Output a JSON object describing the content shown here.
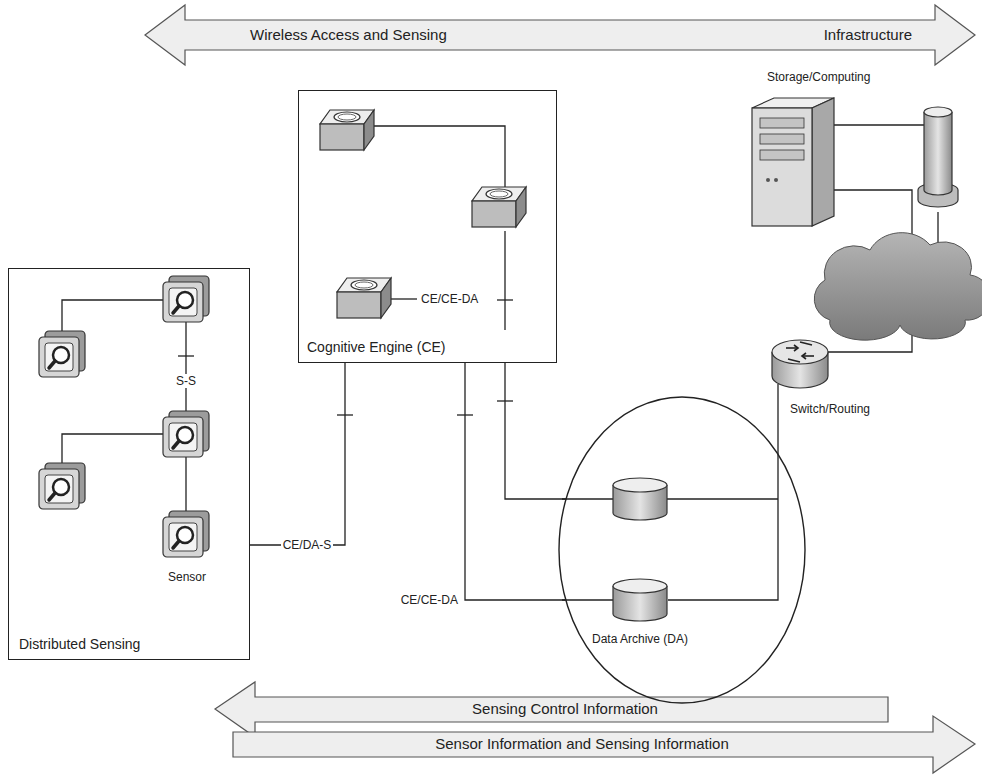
{
  "diagram": {
    "nodes": [
      {
        "text": [
          "Cognitive Engine (CE)"
        ]
      },
      {
        "text": [
          "Distributed Sensing"
        ]
      },
      {
        "text": [
          "Sensor"
        ],
        "in": 1
      },
      {
        "text": [
          "Data Archive (DA)"
        ]
      },
      {
        "text": [
          "Switch/Routing"
        ]
      },
      {
        "text": [
          "Storage/Computing"
        ]
      }
    ],
    "edges": [
      {
        "from": 1,
        "to": 0,
        "arrow": "none",
        "label": "CE/DA-S"
      },
      {
        "from": 0,
        "to": 3,
        "arrow": "none"
      },
      {
        "from": 0,
        "to": 3,
        "arrow": "none",
        "label": "CE/CE-DA"
      },
      {
        "from": 3,
        "to": 4,
        "arrow": "none"
      }
    ],
    "labels": [
      "Wireless Access and Sensing",
      "Infrastructure",
      "CE/CE-DA",
      "S-S",
      "Sensing Control Information",
      "Sensor Information and Sensing Information"
    ]
  }
}
